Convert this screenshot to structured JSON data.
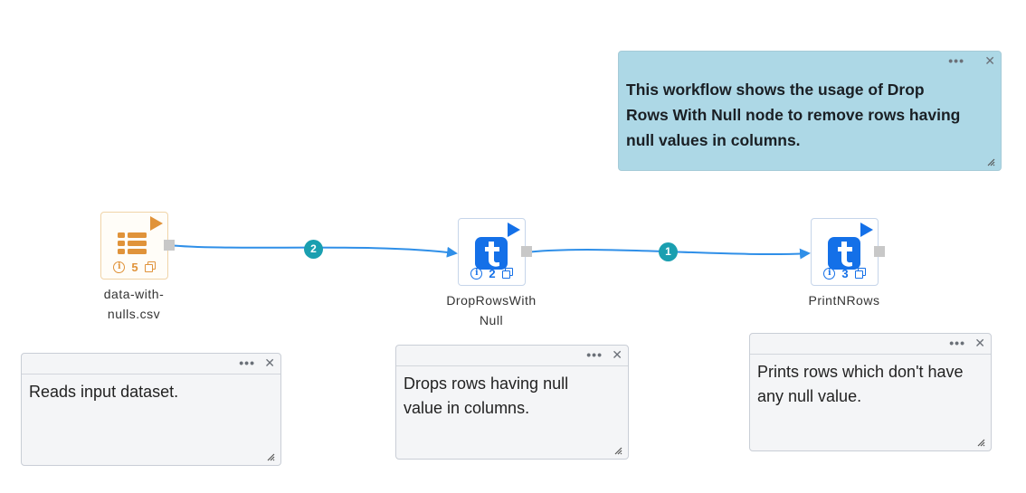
{
  "workflow_note": {
    "text": "This workflow shows the usage of Drop Rows With Null node to remove rows having null values in columns.",
    "menu": "•••",
    "close": "✕"
  },
  "nodes": [
    {
      "label": "data-with-\nnulls.csv",
      "id": "5",
      "kind": "source",
      "color": "#e0933a"
    },
    {
      "label": "DropRowsWith\nNull",
      "id": "2",
      "kind": "transform",
      "color": "#1470e8"
    },
    {
      "label": "PrintNRows",
      "id": "3",
      "kind": "transform",
      "color": "#1470e8"
    }
  ],
  "edges": [
    {
      "from": "5",
      "to": "2",
      "order": "2"
    },
    {
      "from": "2",
      "to": "3",
      "order": "1"
    }
  ],
  "notes": [
    {
      "text": "Reads input dataset.",
      "menu": "•••",
      "close": "✕"
    },
    {
      "text": "Drops rows having null value in columns.",
      "menu": "•••",
      "close": "✕"
    },
    {
      "text": "Prints rows which don't have any null value.",
      "menu": "•••",
      "close": "✕"
    }
  ],
  "icons": {
    "run": "play-icon",
    "info": "info-icon",
    "copy": "copy-icon",
    "source": "table-icon",
    "transform": "t-letter-icon"
  },
  "colors": {
    "edge": "#2f8fe8",
    "edge_badge": "#1a9fb0",
    "transform_blue": "#1470e8",
    "source_orange": "#e0933a",
    "workflow_note_bg": "#add8e6"
  }
}
